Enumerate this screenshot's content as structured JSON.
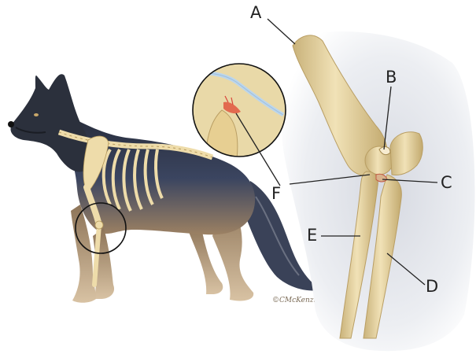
{
  "labels": {
    "a": "A",
    "b": "B",
    "c": "C",
    "d": "D",
    "e": "E",
    "f": "F"
  },
  "signature": "©CMcKenzie",
  "colors": {
    "bone": "#eedcaa",
    "bone_shadow": "#c9b27a",
    "fur_dark": "#2c3140",
    "fur_tan": "#a78b6a",
    "fur_blue": "#3e4a66",
    "halo": "#e8eaef",
    "cartilage": "#a9c8e6",
    "lesion": "#d9453a"
  }
}
